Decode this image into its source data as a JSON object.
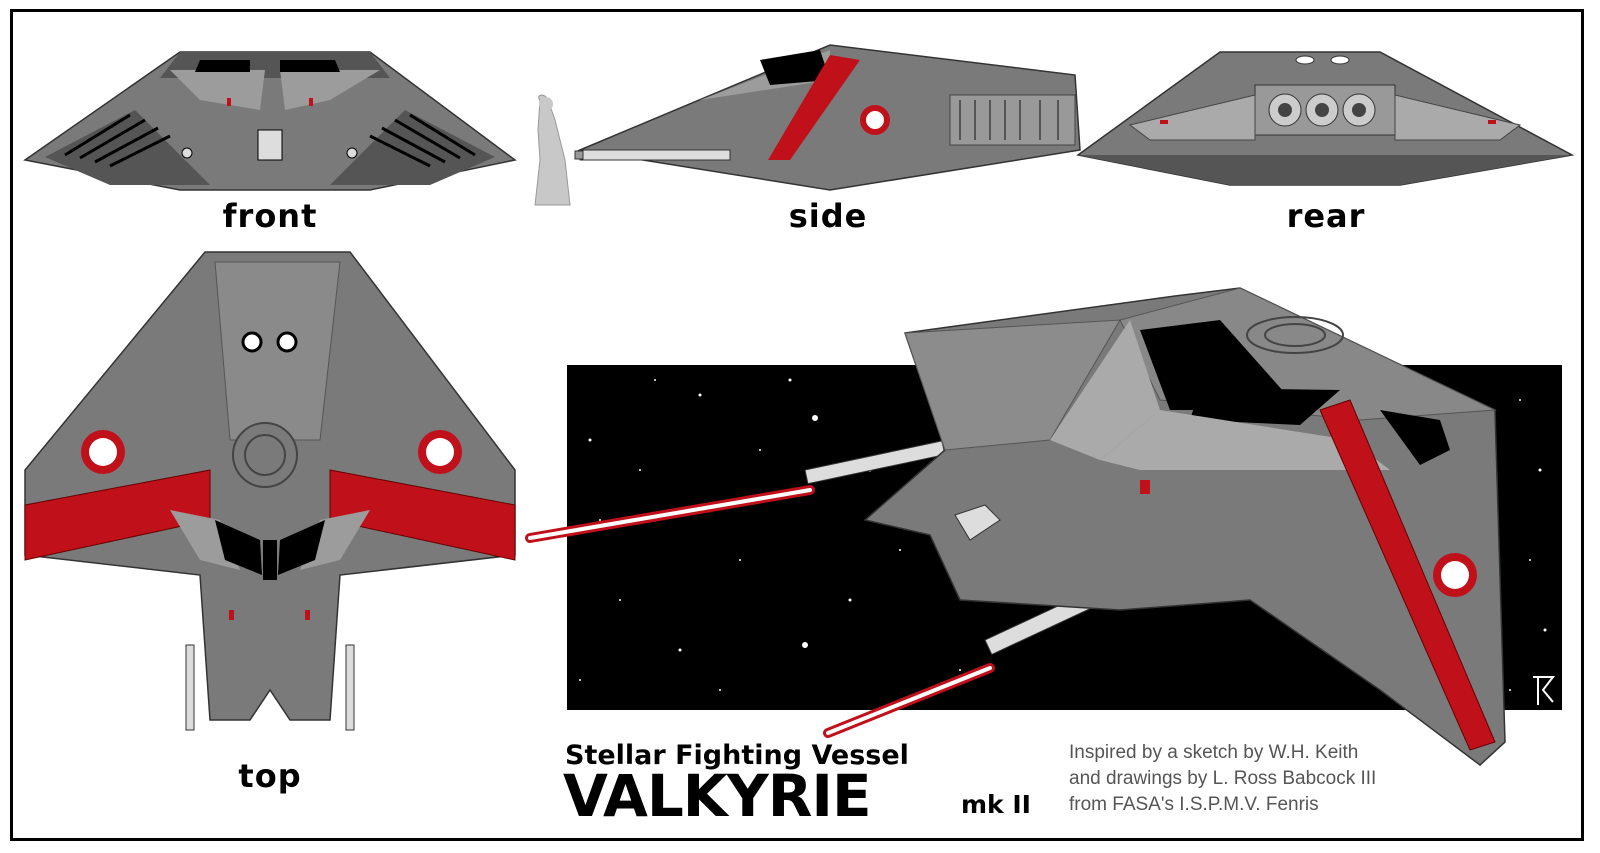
{
  "views": {
    "front": "front",
    "side": "side",
    "rear": "rear",
    "top": "top"
  },
  "caption": {
    "subtitle": "Stellar Fighting Vessel",
    "title": "VALKYRIE",
    "suffix": "mk II"
  },
  "credits": {
    "line1": "Inspired by a sketch by W.H. Keith",
    "line2": "and drawings by L. Ross Babcock III",
    "line3": "from FASA's I.S.P.M.V. Fenris"
  },
  "colors": {
    "hull": "#7a7a7a",
    "hull_light": "#9c9c9c",
    "hull_dark": "#555555",
    "stripe": "#c0101a",
    "space": "#000000",
    "laser": "#e0303a"
  },
  "icons": {
    "insignia": "wolf-insignia",
    "signature": "artist-monogram"
  }
}
